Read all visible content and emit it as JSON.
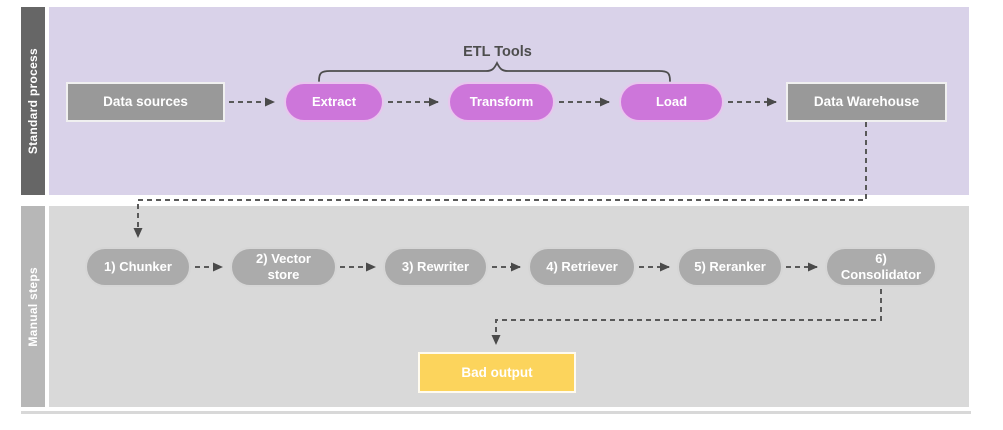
{
  "colors": {
    "lane1_bg": "#d9d2e9",
    "lane1_bar": "#666666",
    "lane2_bg": "#d9d9d9",
    "lane2_bar": "#b7b7b7",
    "node_gray": "#999999",
    "pill_pink": "#cd76da",
    "pill_pink_border": "#e8c6ee",
    "pill_gray": "#ababab",
    "pill_gray_border": "#d6d6d6",
    "output_yellow": "#fcd45c",
    "connector": "#595959",
    "label_text": "#4d4d4d",
    "node_text": "#ffffff"
  },
  "lanes": [
    {
      "label": "Standard process"
    },
    {
      "label": "Manual steps"
    }
  ],
  "top_flow": {
    "brace_label": "ETL Tools",
    "nodes": [
      {
        "id": "data-sources",
        "label": "Data sources"
      },
      {
        "id": "extract",
        "label": "Extract"
      },
      {
        "id": "transform",
        "label": "Transform"
      },
      {
        "id": "load",
        "label": "Load"
      },
      {
        "id": "data-warehouse",
        "label": "Data Warehouse"
      }
    ]
  },
  "bottom_flow": {
    "nodes": [
      {
        "id": "chunker",
        "label": "1) Chunker"
      },
      {
        "id": "vector-store",
        "label": "2) Vector store"
      },
      {
        "id": "rewriter",
        "label": "3) Rewriter"
      },
      {
        "id": "retriever",
        "label": "4) Retriever"
      },
      {
        "id": "reranker",
        "label": "5) Reranker"
      },
      {
        "id": "consolidator",
        "label": "6) Consolidator"
      }
    ],
    "output_node": {
      "label": "Bad output"
    }
  }
}
